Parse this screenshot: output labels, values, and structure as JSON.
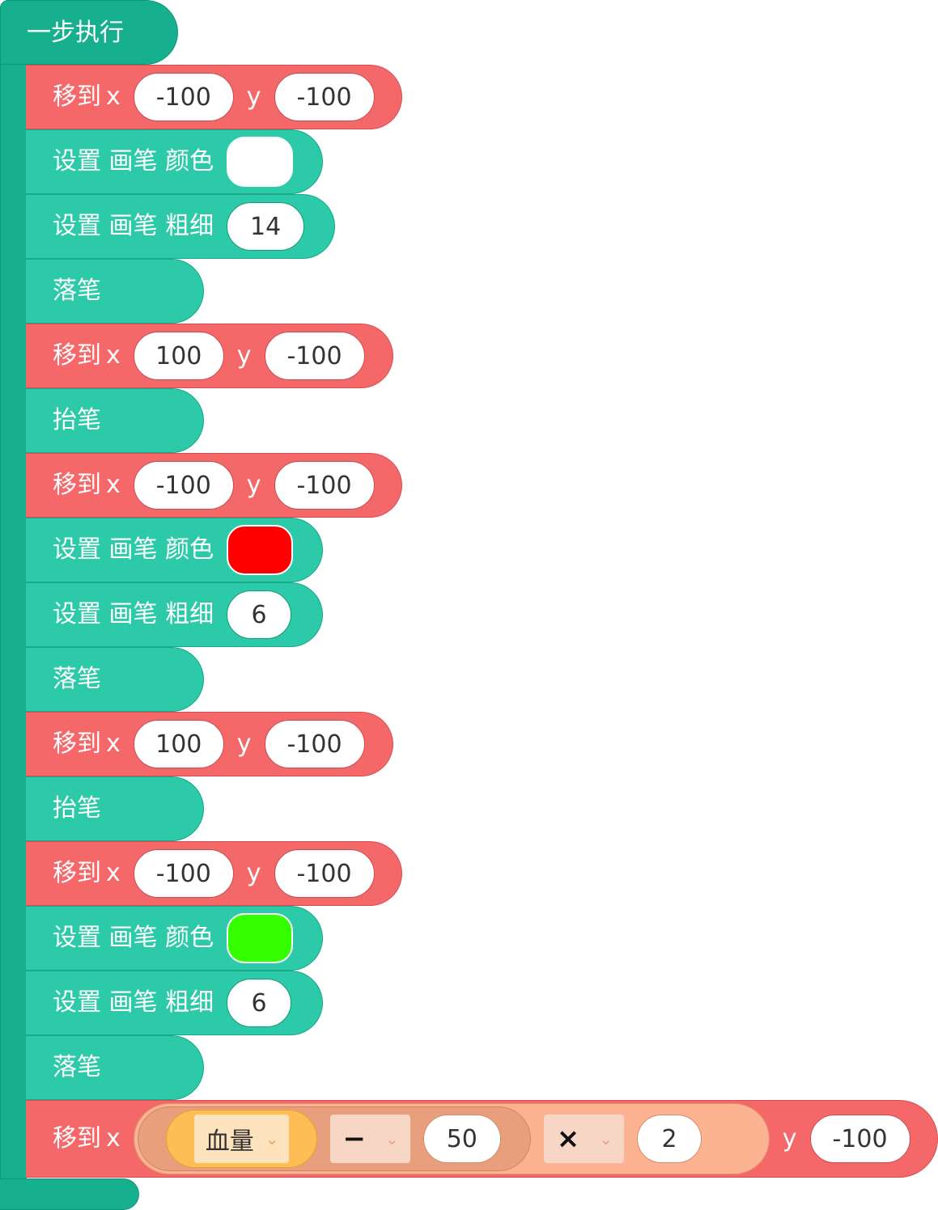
{
  "procedure": {
    "title": "一步执行"
  },
  "colors": {
    "move_block": "#f4686a",
    "pen_block": "#2ccaa8",
    "procedure": "#17b08f",
    "swatch_white": "#ffffff",
    "swatch_red": "#ff0000",
    "swatch_green": "#33ff00"
  },
  "blocks": [
    {
      "type": "move",
      "label": "移到",
      "x_label": "x",
      "x": "-100",
      "y_label": "y",
      "y": "-100"
    },
    {
      "type": "set_color",
      "label": "设置 画笔 颜色",
      "color": "#ffffff"
    },
    {
      "type": "set_width",
      "label": "设置 画笔 粗细",
      "value": "14"
    },
    {
      "type": "pen_down",
      "label": "落笔"
    },
    {
      "type": "move",
      "label": "移到",
      "x_label": "x",
      "x": "100",
      "y_label": "y",
      "y": "-100"
    },
    {
      "type": "pen_up",
      "label": "抬笔"
    },
    {
      "type": "move",
      "label": "移到",
      "x_label": "x",
      "x": "-100",
      "y_label": "y",
      "y": "-100"
    },
    {
      "type": "set_color",
      "label": "设置 画笔 颜色",
      "color": "#ff0000"
    },
    {
      "type": "set_width",
      "label": "设置 画笔 粗细",
      "value": "6"
    },
    {
      "type": "pen_down",
      "label": "落笔"
    },
    {
      "type": "move",
      "label": "移到",
      "x_label": "x",
      "x": "100",
      "y_label": "y",
      "y": "-100"
    },
    {
      "type": "pen_up",
      "label": "抬笔"
    },
    {
      "type": "move",
      "label": "移到",
      "x_label": "x",
      "x": "-100",
      "y_label": "y",
      "y": "-100"
    },
    {
      "type": "set_color",
      "label": "设置 画笔 颜色",
      "color": "#33ff00"
    },
    {
      "type": "set_width",
      "label": "设置 画笔 粗细",
      "value": "6"
    },
    {
      "type": "pen_down",
      "label": "落笔"
    },
    {
      "type": "move_expr",
      "label": "移到",
      "x_label": "x",
      "expr": {
        "variable": "血量",
        "op1": "−",
        "num1": "50",
        "op2": "×",
        "num2": "2"
      },
      "y_label": "y",
      "y": "-100"
    }
  ]
}
